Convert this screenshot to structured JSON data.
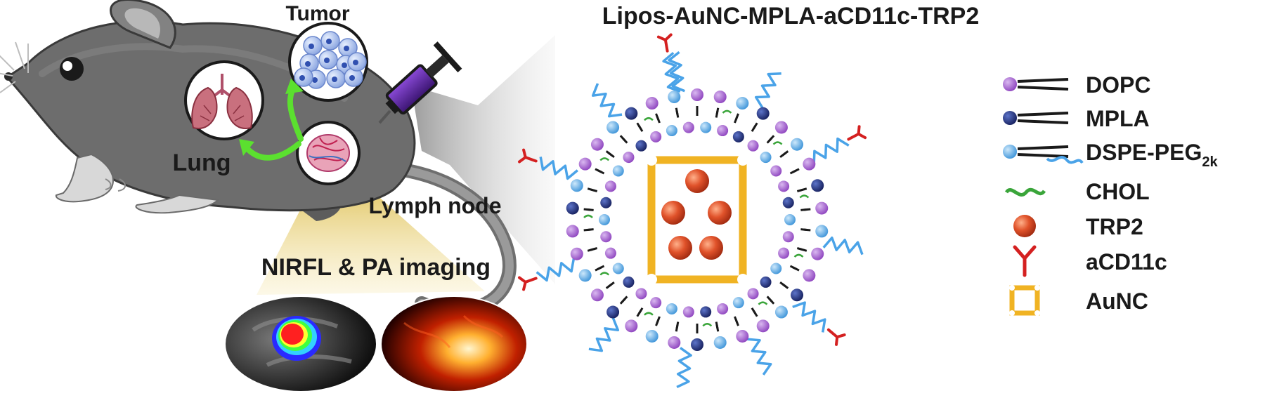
{
  "diagram": {
    "title": "Lipos-AuNC-MPLA-aCD11c-TRP2",
    "labels": {
      "tumor": "Tumor",
      "lung": "Lung",
      "lymph_node": "Lymph node",
      "imaging": "NIRFL & PA imaging"
    },
    "legend": [
      {
        "key": "dopc",
        "label": "DOPC",
        "color": "#9b59c6"
      },
      {
        "key": "mpla",
        "label": "MPLA",
        "color": "#1f2f7a"
      },
      {
        "key": "dspe",
        "label": "DSPE-PEG",
        "sub": "2k",
        "color": "#5aa9e6"
      },
      {
        "key": "chol",
        "label": "CHOL",
        "color": "#3aa53a"
      },
      {
        "key": "trp2",
        "label": "TRP2",
        "color": "#e0522a"
      },
      {
        "key": "acd11c",
        "label": "aCD11c",
        "color": "#d42020"
      },
      {
        "key": "aunc",
        "label": "AuNC",
        "color": "#f0b323"
      }
    ]
  }
}
